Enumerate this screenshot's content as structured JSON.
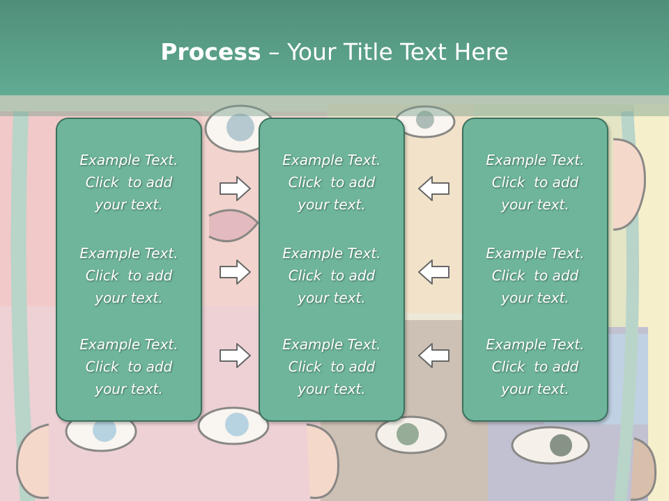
{
  "title": {
    "bold": "Process",
    "rest": " – Your Title Text Here"
  },
  "columns": [
    {
      "items": [
        {
          "line1": "Example Text.",
          "line2": "Click  to add",
          "line3": "your text."
        },
        {
          "line1": "Example Text.",
          "line2": "Click  to add",
          "line3": "your text."
        },
        {
          "line1": "Example Text.",
          "line2": "Click  to add",
          "line3": "your text."
        }
      ]
    },
    {
      "items": [
        {
          "line1": "Example Text.",
          "line2": "Click  to add",
          "line3": "your text."
        },
        {
          "line1": "Example Text.",
          "line2": "Click  to add",
          "line3": "your text."
        },
        {
          "line1": "Example Text.",
          "line2": "Click  to add",
          "line3": "your text."
        }
      ]
    },
    {
      "items": [
        {
          "line1": "Example Text.",
          "line2": "Click  to add",
          "line3": "your text."
        },
        {
          "line1": "Example Text.",
          "line2": "Click  to add",
          "line3": "your text."
        },
        {
          "line1": "Example Text.",
          "line2": "Click  to add",
          "line3": "your text."
        }
      ]
    }
  ],
  "arrows": {
    "left_group": "right-arrow-icon",
    "right_group": "left-arrow-icon"
  },
  "colors": {
    "title_band": "#5ea78f",
    "box_fill": "#6eb59b",
    "box_border": "#3b6f5c"
  }
}
